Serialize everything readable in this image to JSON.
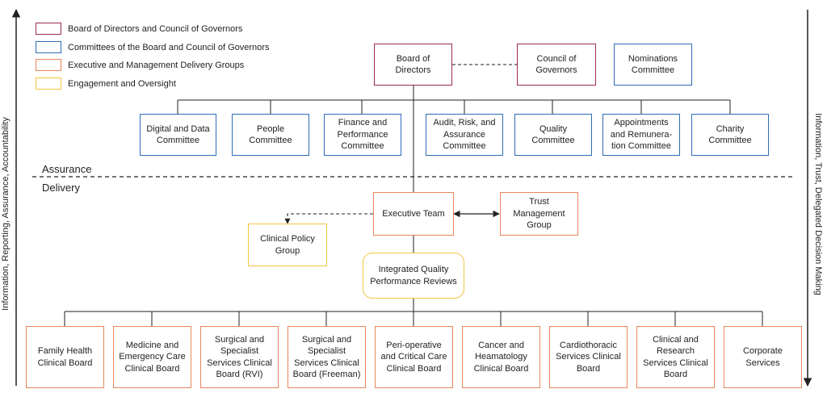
{
  "legend": {
    "items": [
      {
        "label": "Board of Directors and Council of Governors",
        "color": "#9c2a5c"
      },
      {
        "label": "Committees of the Board and Council of Governors",
        "color": "#2e6db5"
      },
      {
        "label": "Executive and Management Delivery Groups",
        "color": "#e8875a"
      },
      {
        "label": "Engagement and Oversight",
        "color": "#f2c641"
      }
    ]
  },
  "labels": {
    "assurance": "Assurance",
    "delivery": "Delivery",
    "left_axis": "Information, Reporting, Assurance, Accountability",
    "right_axis": "Information, Trust, Delegated Decision Making"
  },
  "top": {
    "board": "Board of\nDirectors",
    "council": "Council of\nGovernors",
    "nominations": "Nominations\nCommittee"
  },
  "committees": [
    "Digital and Data\nCommittee",
    "People\nCommittee",
    "Finance and\nPerformance\nCommittee",
    "Audit, Risk, and\nAssurance\nCommittee",
    "Quality\nCommittee",
    "Appointments\nand Remunera-\ntion Committee",
    "Charity\nCommittee"
  ],
  "delivery": {
    "executive_team": "Executive Team",
    "trust_management": "Trust\nManagement\nGroup",
    "clinical_policy": "Clinical Policy\nGroup",
    "iqpr": "Integrated Quality\nPerformance Reviews"
  },
  "clinical_boards": [
    "Family Health\nClinical Board",
    "Medicine and\nEmergency Care\nClinical Board",
    "Surgical and\nSpecialist\nServices Clinical\nBoard (RVI)",
    "Surgical and\nSpecialist\nServices Clinical\nBoard (Freeman)",
    "Peri-operative\nand Critical Care\nClinical Board",
    "Cancer and\nHeamatology\nClinical Board",
    "Cardiothoracic\nServices Clinical\nBoard",
    "Clinical and\nResearch\nServices Clinical\nBoard",
    "Corporate\nServices"
  ]
}
